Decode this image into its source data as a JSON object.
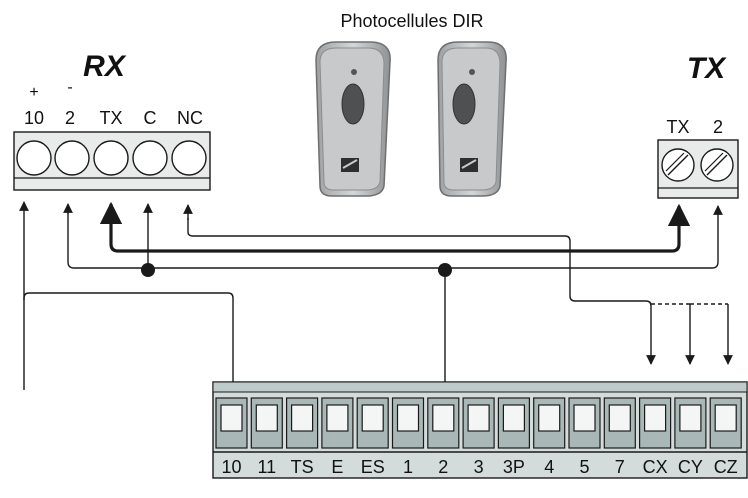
{
  "title": "Photocellules DIR",
  "rx": {
    "label": "RX",
    "polarity": [
      "+",
      "-"
    ],
    "terminals": [
      "10",
      "2",
      "TX",
      "C",
      "NC"
    ]
  },
  "tx": {
    "label": "TX",
    "terminals": [
      "TX",
      "2"
    ]
  },
  "board": {
    "terminals": [
      "10",
      "11",
      "TS",
      "E",
      "ES",
      "1",
      "2",
      "3",
      "3P",
      "4",
      "5",
      "7",
      "CX",
      "CY",
      "CZ"
    ]
  },
  "colors": {
    "wire": "#1a1a1a",
    "block_fill": "#e9eaea",
    "board_fill": "#cfd8d7",
    "board_dark": "#a9b8b6",
    "device": "#b9bbbc"
  },
  "icons": [
    "photocell-device-icon",
    "junction-dot-icon",
    "arrow-icon",
    "screw-terminal-icon"
  ]
}
